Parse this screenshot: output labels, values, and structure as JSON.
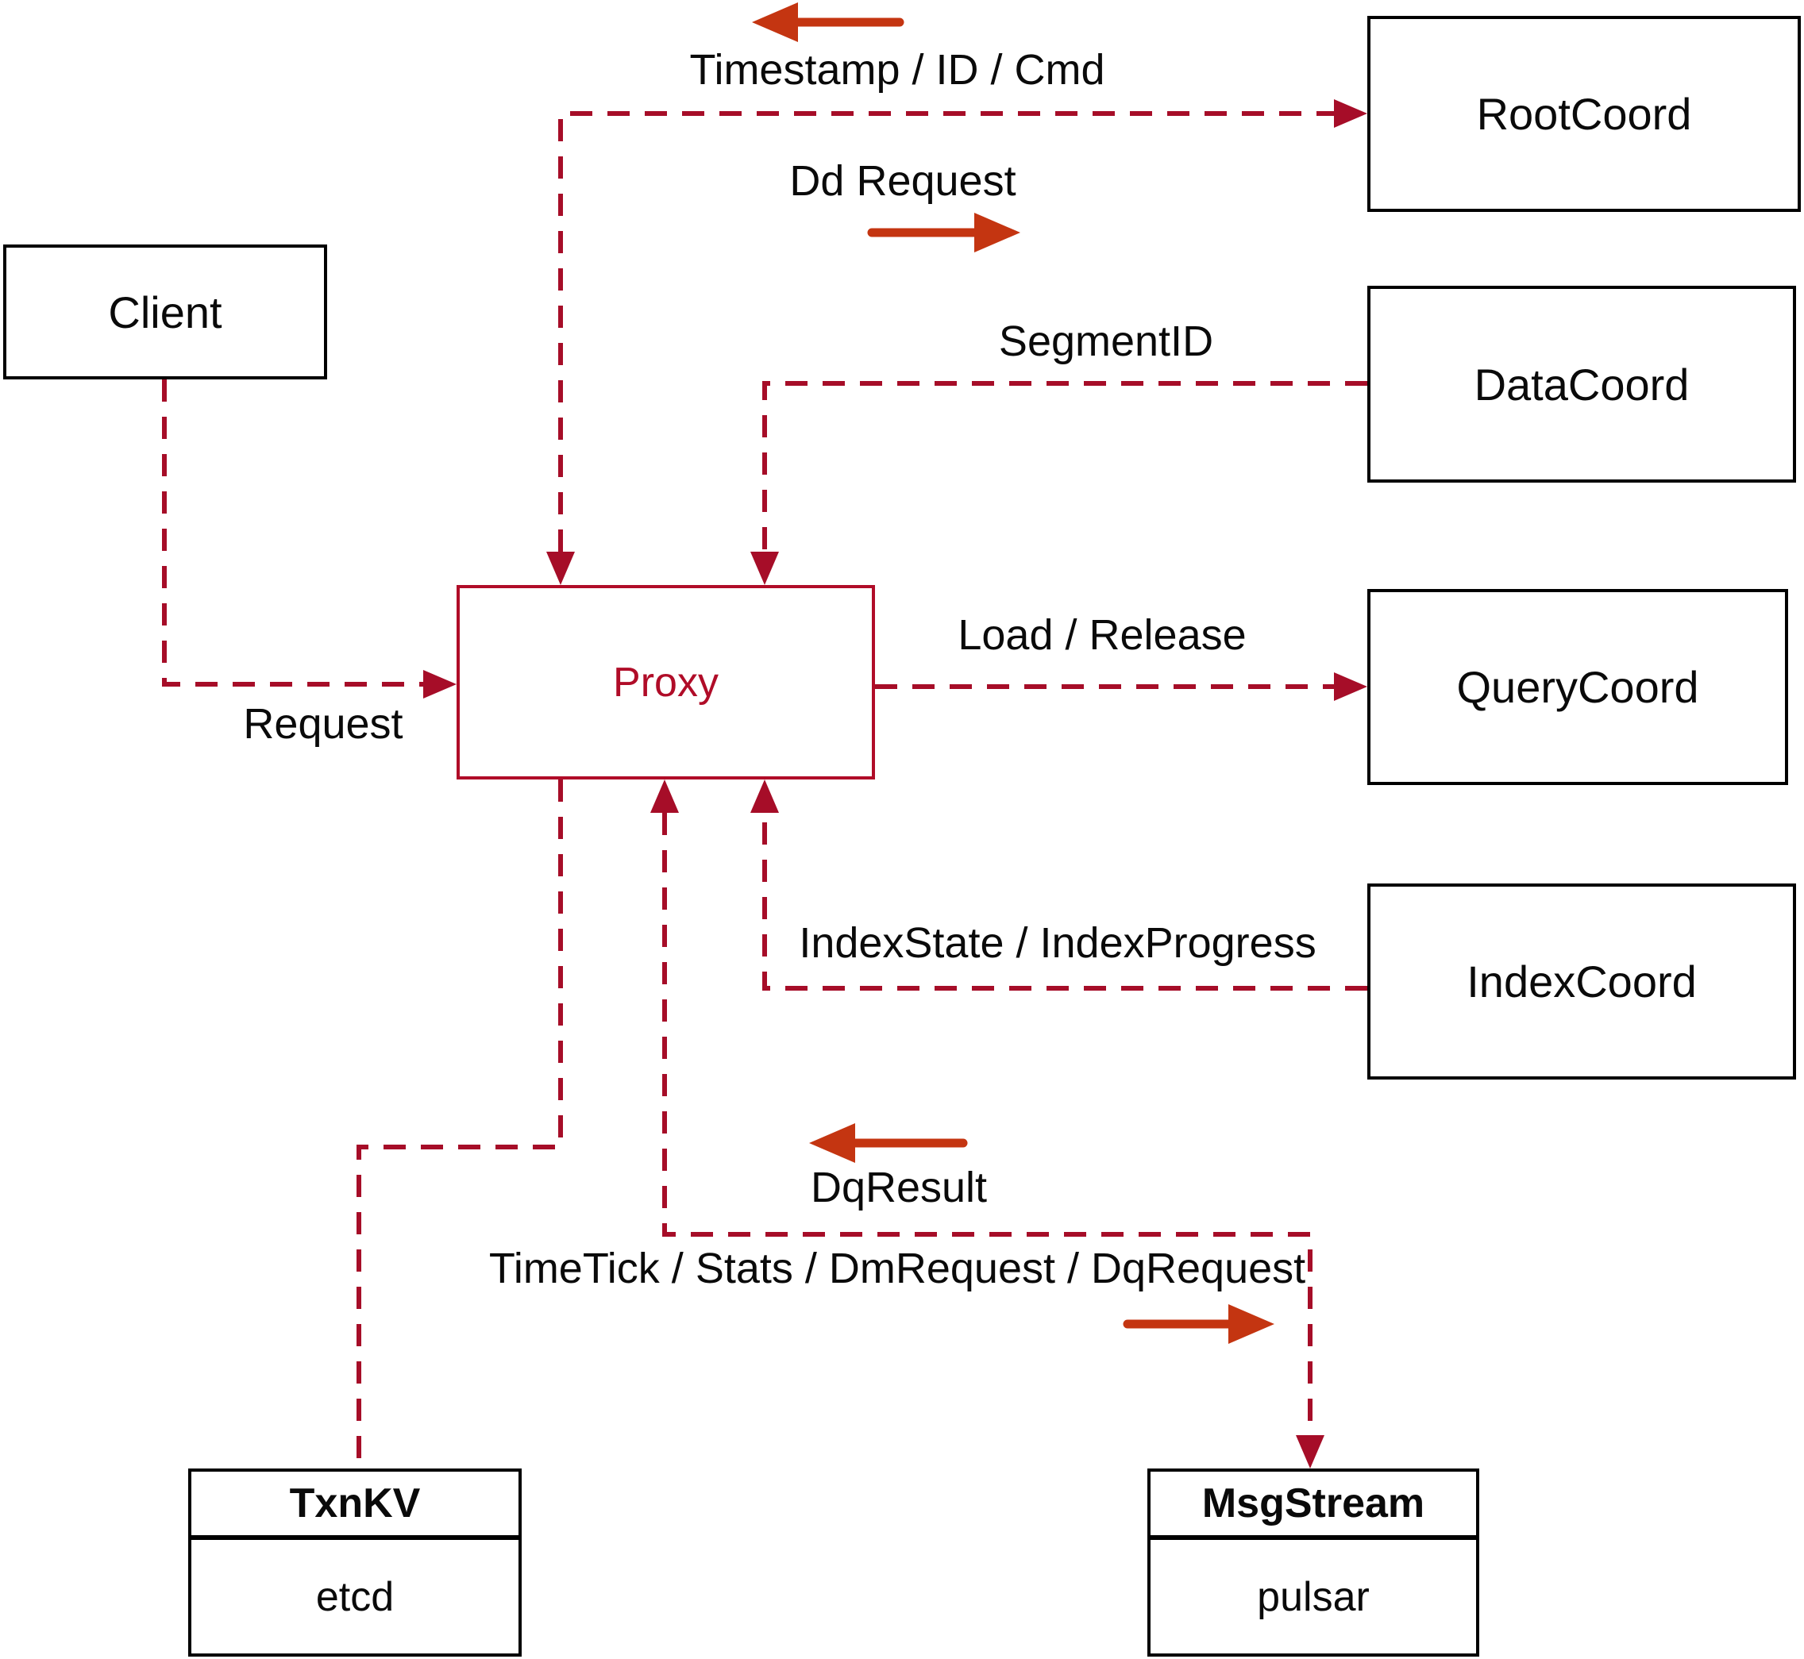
{
  "nodes": {
    "client": {
      "label": "Client"
    },
    "root_coord": {
      "label": "RootCoord"
    },
    "data_coord": {
      "label": "DataCoord"
    },
    "query_coord": {
      "label": "QueryCoord"
    },
    "index_coord": {
      "label": "IndexCoord"
    },
    "proxy": {
      "label": "Proxy"
    },
    "txn_kv": {
      "title": "TxnKV",
      "implementation": "etcd"
    },
    "msg_stream": {
      "title": "MsgStream",
      "implementation": "pulsar"
    }
  },
  "edges": {
    "timestamp_id_cmd": "Timestamp / ID / Cmd",
    "dd_request": "Dd Request",
    "segment_id": "SegmentID",
    "request": "Request",
    "load_release": "Load / Release",
    "index_state_progress": "IndexState / IndexProgress",
    "dq_result": "DqResult",
    "time_tick_stats": "TimeTick / Stats / DmRequest / DqRequest"
  },
  "colors": {
    "connector_red": "#a60d28",
    "solid_arrow_red": "#c43511",
    "proxy_red": "#b00c28",
    "box_border_black": "#000000",
    "label_text": "#0a0a0a",
    "background": "#ffffff"
  }
}
